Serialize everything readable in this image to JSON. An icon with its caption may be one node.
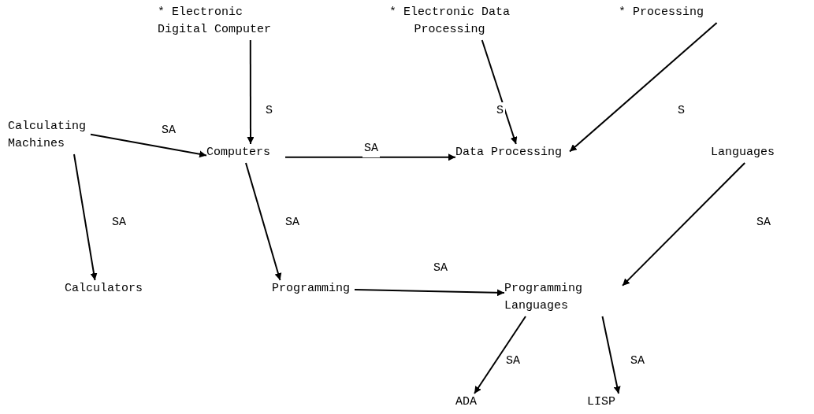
{
  "diagram": {
    "nodes": [
      {
        "text": [
          "* Electronic Digital Computer"
        ]
      },
      {
        "text": [
          "* Electronic Data Processing"
        ]
      },
      {
        "text": [
          "* Processing"
        ]
      },
      {
        "text": [
          "Calculating Machines"
        ]
      },
      {
        "text": [
          "Computers"
        ]
      },
      {
        "text": [
          "Data Processing"
        ]
      },
      {
        "text": [
          "Languages"
        ]
      },
      {
        "text": [
          "Calculators"
        ]
      },
      {
        "text": [
          "Programming"
        ]
      },
      {
        "text": [
          "Programming Languages"
        ]
      },
      {
        "text": [
          "ADA"
        ]
      },
      {
        "text": [
          "LISP"
        ]
      }
    ],
    "edges": [
      {
        "from": 0,
        "to": 4,
        "arrow": "to",
        "label": "S"
      },
      {
        "from": 1,
        "to": 5,
        "arrow": "to",
        "label": "S"
      },
      {
        "from": 2,
        "to": 5,
        "arrow": "to",
        "label": "S"
      },
      {
        "from": 3,
        "to": 4,
        "arrow": "to",
        "label": "SA"
      },
      {
        "from": 3,
        "to": 7,
        "arrow": "to",
        "label": "SA"
      },
      {
        "from": 4,
        "to": 5,
        "arrow": "to",
        "label": "SA"
      },
      {
        "from": 4,
        "to": 8,
        "arrow": "to",
        "label": "SA"
      },
      {
        "from": 6,
        "to": 9,
        "arrow": "to",
        "label": "SA"
      },
      {
        "from": 8,
        "to": 9,
        "arrow": "to",
        "label": "SA"
      },
      {
        "from": 9,
        "to": 10,
        "arrow": "to",
        "label": "SA"
      },
      {
        "from": 9,
        "to": 11,
        "arrow": "to",
        "label": "SA"
      }
    ]
  }
}
